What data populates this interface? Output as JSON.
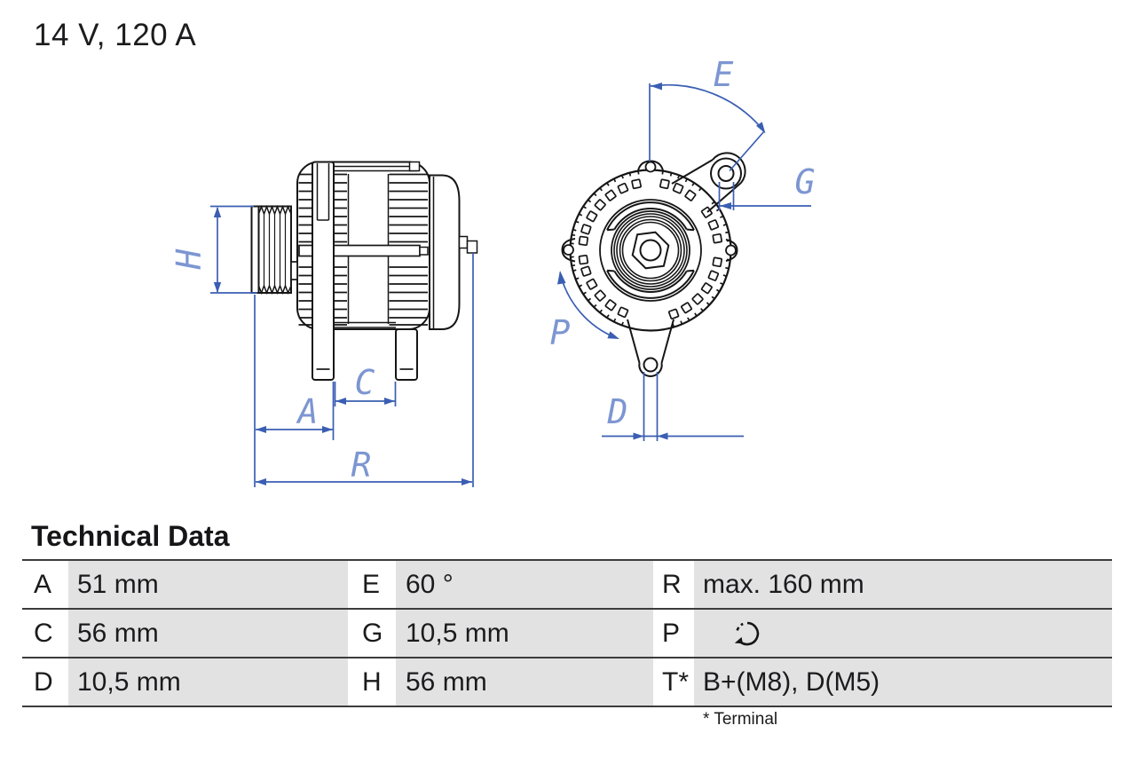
{
  "title": "14 V, 120 A",
  "drawing": {
    "labels": {
      "H": "H",
      "A": "A",
      "C": "C",
      "R": "R",
      "E": "E",
      "G": "G",
      "P": "P",
      "D": "D"
    }
  },
  "technical_data": {
    "heading": "Technical Data",
    "rows": [
      {
        "cells": [
          {
            "key": "A",
            "value": "51 mm"
          },
          {
            "key": "E",
            "value": "60 °"
          },
          {
            "key": "R",
            "value": "max. 160 mm"
          }
        ]
      },
      {
        "cells": [
          {
            "key": "C",
            "value": "56 mm"
          },
          {
            "key": "G",
            "value": "10,5 mm"
          },
          {
            "key": "P",
            "value": "",
            "icon": "rotation-direction-clockwise"
          }
        ]
      },
      {
        "cells": [
          {
            "key": "D",
            "value": "10,5 mm"
          },
          {
            "key": "H",
            "value": "56 mm"
          },
          {
            "key": "T*",
            "value": "B+(M8), D(M5)"
          }
        ]
      }
    ],
    "footnote": "* Terminal"
  },
  "colors": {
    "dimension_line": "#3a5eb2",
    "dimension_label": "#7d96d2",
    "drawing_line": "#161616",
    "table_value_bg": "#e2e2e3",
    "table_rule": "#3c3c3c"
  }
}
